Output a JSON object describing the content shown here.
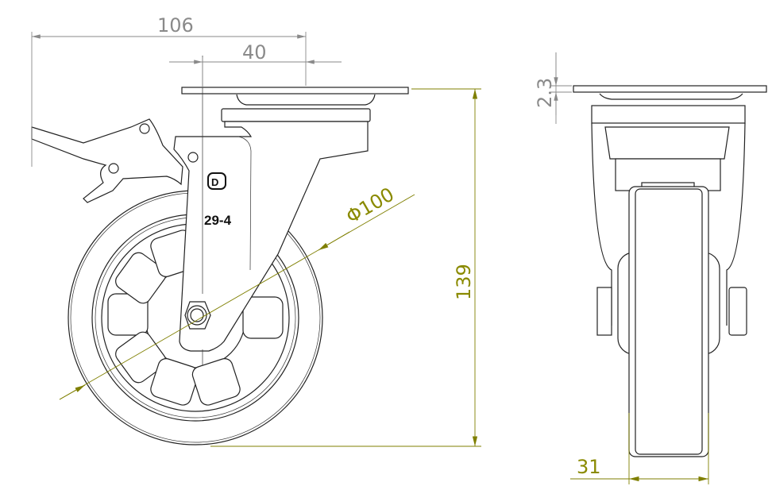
{
  "drawing": {
    "part_marking": "29-4",
    "logo_letter": "D",
    "colors": {
      "dimension_gray": "#8a8a8a",
      "dimension_olive": "#8a8a00",
      "outline": "#222222"
    },
    "dimensions": {
      "overall_length": "106",
      "swivel_offset": "40",
      "wheel_diameter": "Φ100",
      "overall_height": "139",
      "plate_thickness": "2.3",
      "wheel_width": "31"
    }
  }
}
